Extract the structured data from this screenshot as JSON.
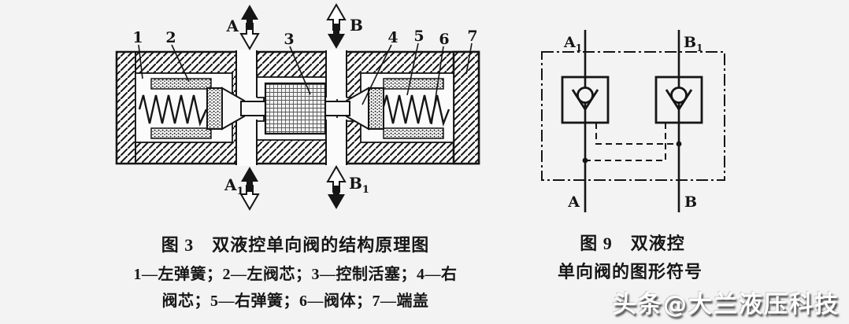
{
  "colors": {
    "background": "#f3f3f3",
    "ink": "#151515"
  },
  "left_figure": {
    "caption": "图 3　双液控单向阀的结构原理图",
    "legend_line1": "1—左弹簧；2—左阀芯；3—控制活塞；4—右",
    "legend_line2": "阀芯；5—右弹簧；6—阀体；7—端盖",
    "part_labels": {
      "p1": "1",
      "p2": "2",
      "p3": "3",
      "p4": "4",
      "p5": "5",
      "p6": "6",
      "p7": "7"
    },
    "ports": {
      "a": {
        "base": "A",
        "sub": ""
      },
      "b": {
        "base": "B",
        "sub": ""
      },
      "a1": {
        "base": "A",
        "sub": "1"
      },
      "b1": {
        "base": "B",
        "sub": "1"
      }
    }
  },
  "right_figure": {
    "caption_line1": "图 9　双液控",
    "caption_line2": "单向阀的图形符号",
    "ports": {
      "a1": {
        "base": "A",
        "sub": "1"
      },
      "b1": {
        "base": "B",
        "sub": "1"
      },
      "a": {
        "base": "A",
        "sub": ""
      },
      "b": {
        "base": "B",
        "sub": ""
      }
    }
  },
  "watermark": {
    "text": "头条@大兰液压科技"
  }
}
